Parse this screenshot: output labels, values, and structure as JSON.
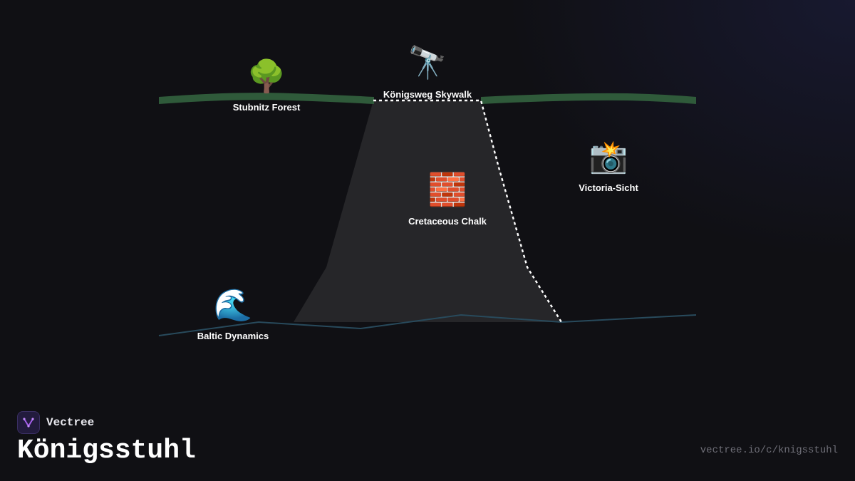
{
  "brand": {
    "name": "Vectree"
  },
  "title": "Königsstuhl",
  "url": "vectree.io/c/knigsstuhl",
  "colors": {
    "background": "#101014",
    "grass": "#2f5a3a",
    "cliff": "#262629",
    "water": "#284a5c",
    "path": "#ffffff",
    "logo_bg": "#221b3d",
    "logo_accent": "#a35ee8"
  },
  "nodes": {
    "forest": {
      "label": "Stubnitz Forest",
      "icon": "🌳",
      "icon_name": "tree-icon"
    },
    "skywalk": {
      "label": "Königsweg Skywalk",
      "icon": "🔭",
      "icon_name": "telescope-icon"
    },
    "victoria": {
      "label": "Victoria-Sicht",
      "icon": "📸",
      "icon_name": "camera-flash-icon"
    },
    "chalk": {
      "label": "Cretaceous Chalk",
      "icon": "🧱",
      "icon_name": "brick-icon"
    },
    "baltic": {
      "label": "Baltic Dynamics",
      "icon": "🌊",
      "icon_name": "wave-icon"
    }
  }
}
